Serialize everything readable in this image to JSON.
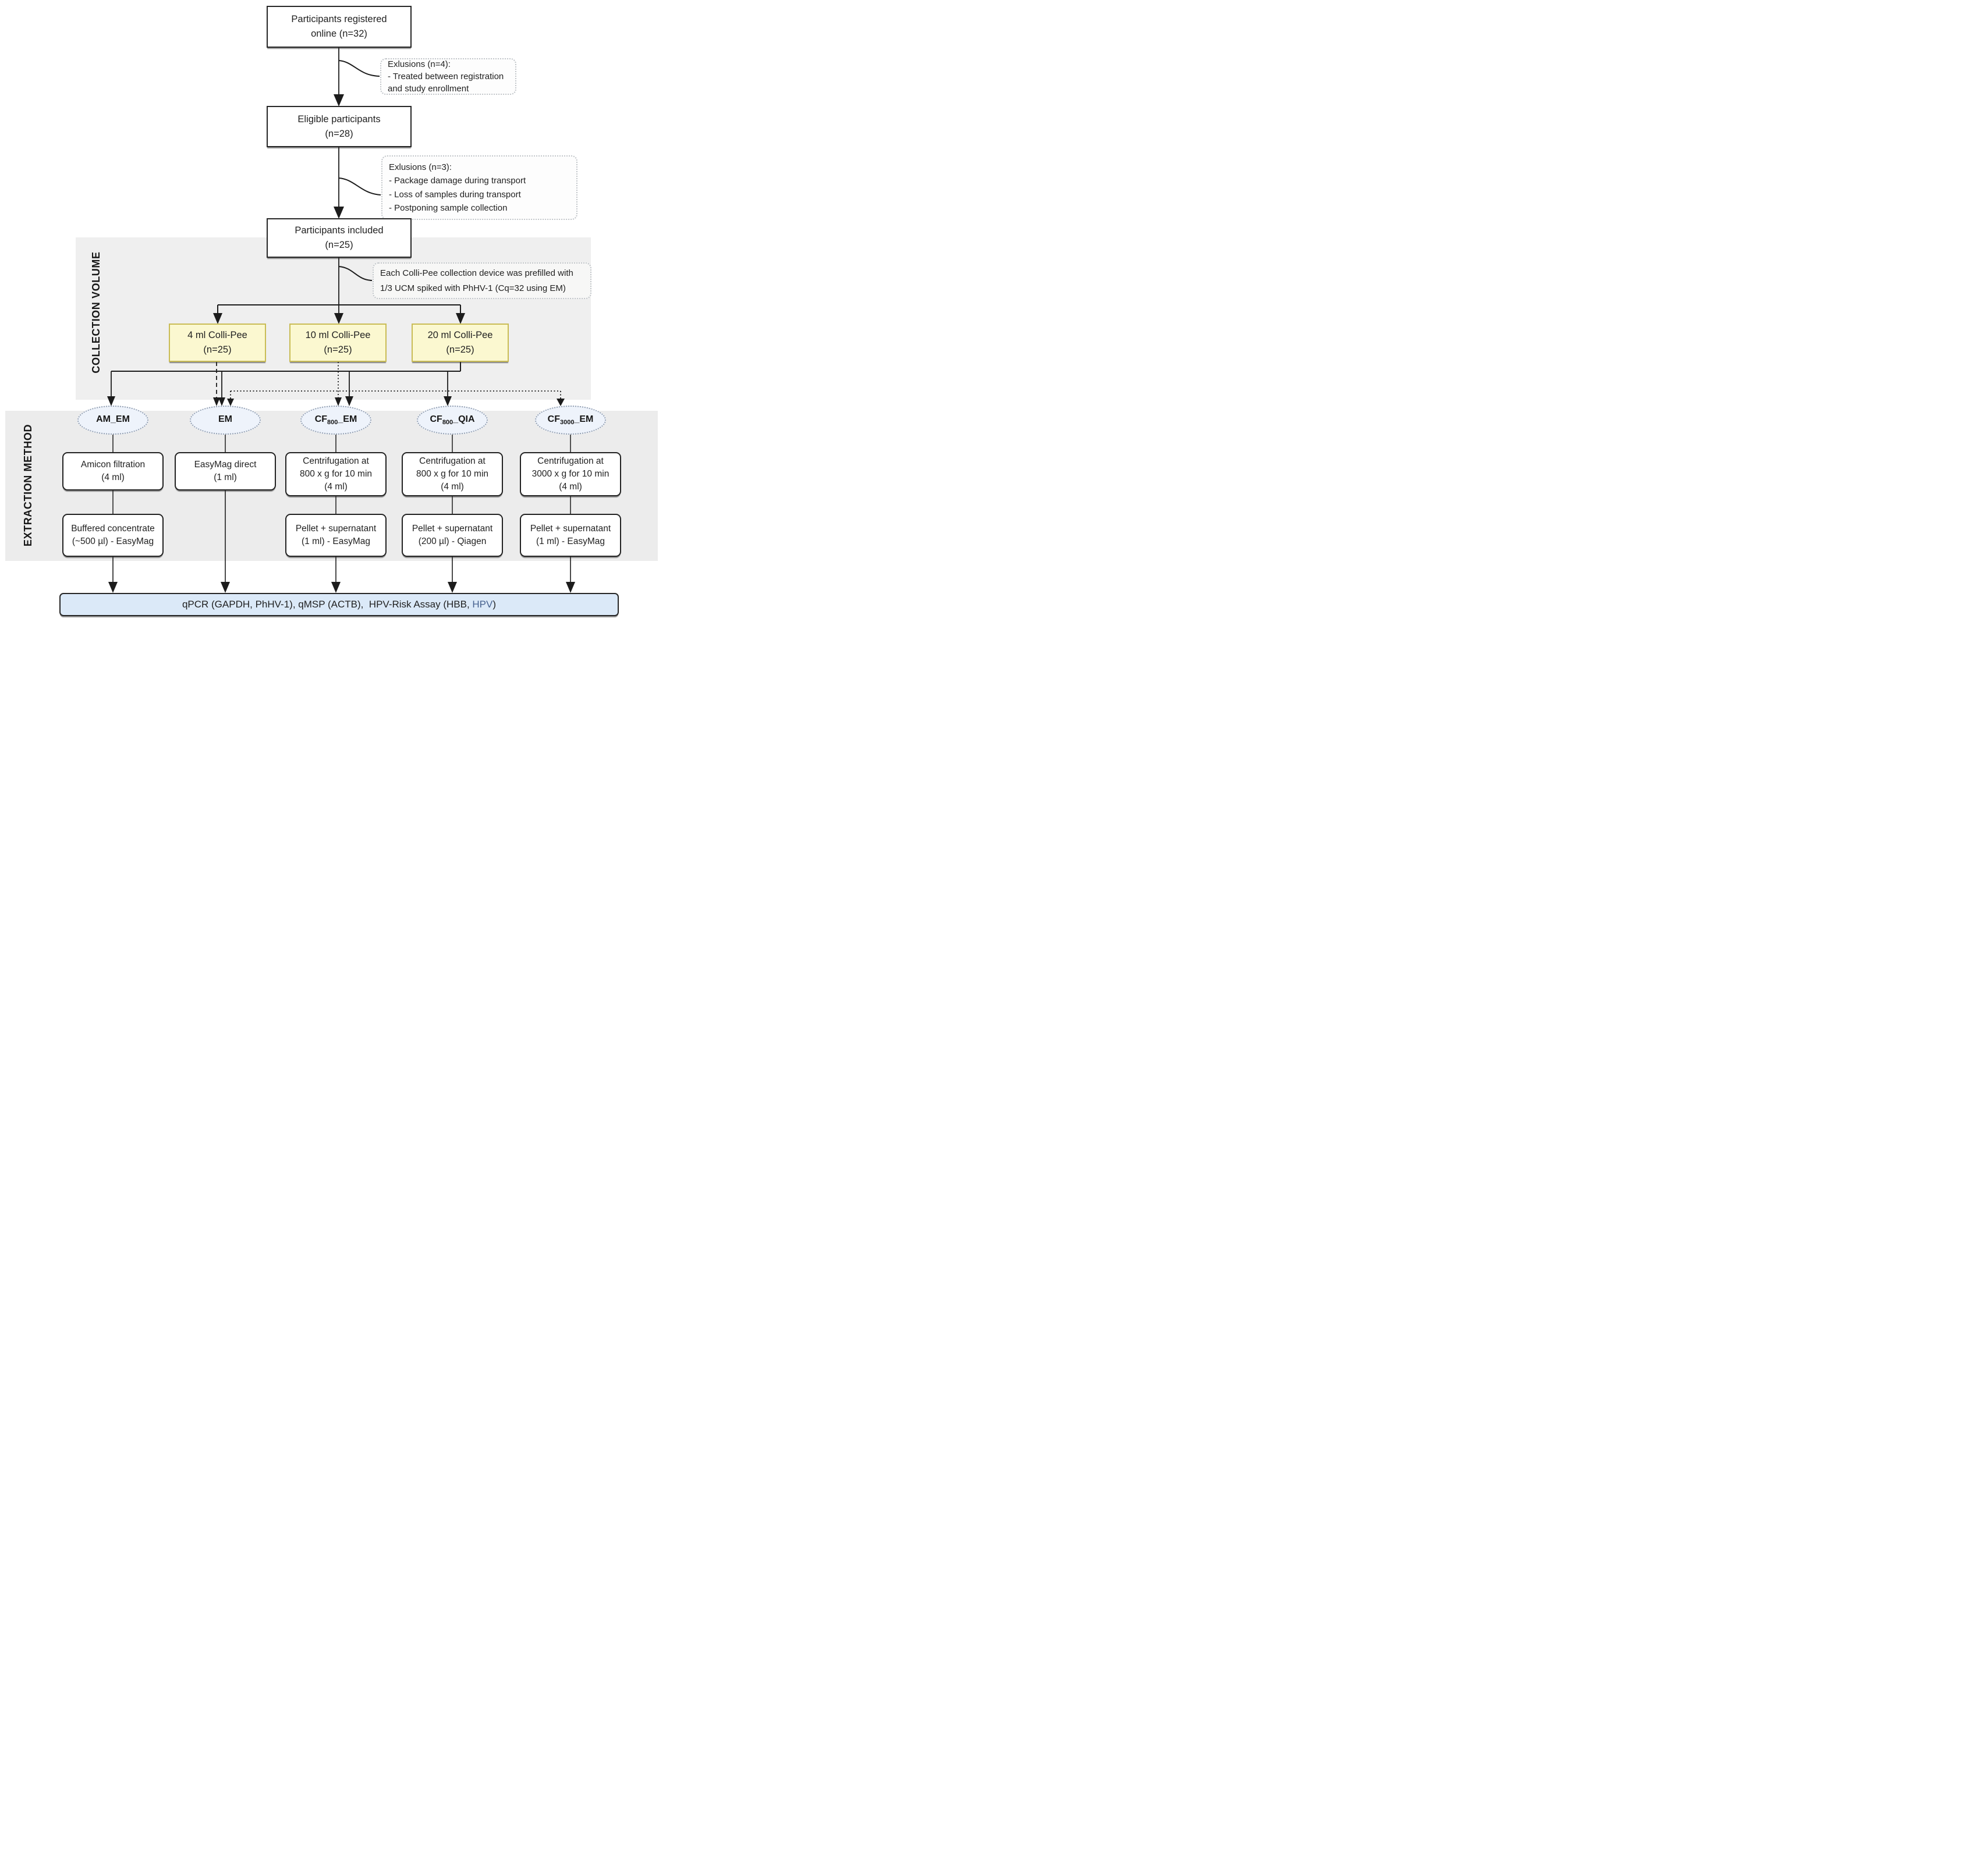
{
  "flow": {
    "registered": {
      "line1": "Participants registered",
      "line2": "online (n=32)"
    },
    "eligible": {
      "line1": "Eligible participants",
      "line2": "(n=28)"
    },
    "included": {
      "line1": "Participants included",
      "line2": "(n=25)"
    }
  },
  "exclusions_1": {
    "title": "Exlusions (n=4):",
    "line1": "- Treated between registration",
    "line2": "and study enrollment"
  },
  "exclusions_2": {
    "title": "Exlusions (n=3):",
    "line1": "- Package damage during transport",
    "line2": "- Loss of samples during transport",
    "line3": "- Postponing sample collection"
  },
  "prefill_note": {
    "line1": "Each Colli-Pee collection device was prefilled with",
    "line2": "1/3 UCM spiked with PhHV-1 (Cq=32 using EM)"
  },
  "section_labels": {
    "collection": "COLLECTION VOLUME",
    "extraction": "EXTRACTION METHOD"
  },
  "collection_boxes": [
    {
      "line1": "4 ml Colli-Pee",
      "line2": "(n=25)"
    },
    {
      "line1": "10 ml Colli-Pee",
      "line2": "(n=25)"
    },
    {
      "line1": "20 ml Colli-Pee",
      "line2": "(n=25)"
    }
  ],
  "methods": [
    {
      "ellipse_pre": "AM_EM",
      "ellipse_sub": "",
      "ellipse_post": "",
      "step1_line1": "Amicon filtration",
      "step1_line2": "(4 ml)",
      "step2_line1": "Buffered concentrate",
      "step2_line2": "(~500 µl) - EasyMag"
    },
    {
      "ellipse_pre": "EM",
      "ellipse_sub": "",
      "ellipse_post": "",
      "step1_line1": "EasyMag direct",
      "step1_line2": "(1 ml)"
    },
    {
      "ellipse_pre": "CF",
      "ellipse_sub": "800",
      "ellipse_post": "_EM",
      "step1_line1": "Centrifugation at",
      "step1_line2": "800 x g for 10 min",
      "step1_line3": "(4 ml)",
      "step2_line1": "Pellet + supernatant",
      "step2_line2": "(1 ml) - EasyMag"
    },
    {
      "ellipse_pre": "CF",
      "ellipse_sub": "800",
      "ellipse_post": "_QIA",
      "step1_line1": "Centrifugation at",
      "step1_line2": "800 x g for 10 min",
      "step1_line3": "(4 ml)",
      "step2_line1": "Pellet + supernatant",
      "step2_line2": "(200 µl) - Qiagen"
    },
    {
      "ellipse_pre": "CF",
      "ellipse_sub": "3000",
      "ellipse_post": "_EM",
      "step1_line1": "Centrifugation at",
      "step1_line2": "3000 x g for 10 min",
      "step1_line3": "(4 ml)",
      "step2_line1": "Pellet + supernatant",
      "step2_line2": "(1 ml) - EasyMag"
    }
  ],
  "assay_bar": {
    "prefix": "qPCR (GAPDH, PhHV-1), qMSP (ACTB),  HPV-Risk Assay (HBB, ",
    "highlight": "HPV",
    "suffix": ")"
  },
  "colors": {
    "collection_box_fill": "#fbf8d0",
    "collection_box_border": "#c9bc55",
    "ellipse_fill": "#eef3fb",
    "assay_bar_fill": "#dbe9f8",
    "hpv_text": "#46618f",
    "section_band": "#efefef"
  }
}
